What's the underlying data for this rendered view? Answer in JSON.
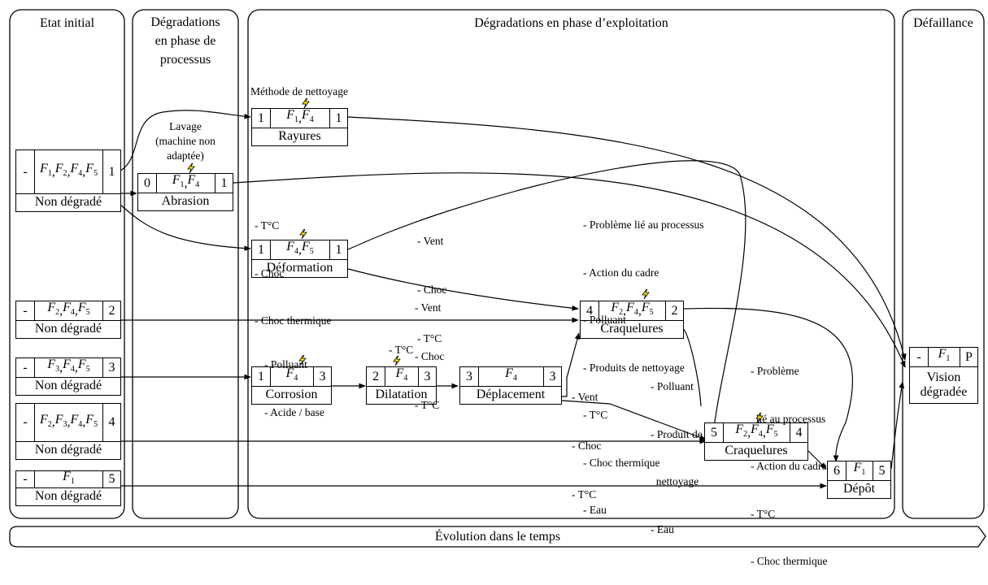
{
  "phases": {
    "initial": "Etat initial",
    "process": "Dégradations\nen phase de\nprocessus",
    "exploitation": "Dégradations en phase d’exploitation",
    "failure": "Défaillance"
  },
  "time_axis": "Évolution dans le temps",
  "initial_states": [
    {
      "left": "-",
      "factors": "F1, F2,\nF4, F5",
      "right": "1",
      "label": "Non dégradé"
    },
    {
      "left": "-",
      "factors": "F2, F4, F5",
      "right": "2",
      "label": "Non dégradé"
    },
    {
      "left": "-",
      "factors": "F3, F4, F5",
      "right": "3",
      "label": "Non dégradé"
    },
    {
      "left": "-",
      "factors": "F2, F3,\nF4, F5",
      "right": "4",
      "label": "Non dégradé"
    },
    {
      "left": "-",
      "factors": "F1",
      "right": "5",
      "label": "Non dégradé"
    }
  ],
  "degradations": {
    "abrasion": {
      "left": "0",
      "factors": "F1, F4",
      "right": "1",
      "label": "Abrasion"
    },
    "rayures": {
      "left": "1",
      "factors": "F1, F4",
      "right": "1",
      "label": "Rayures"
    },
    "deformation": {
      "left": "1",
      "factors": "F4, F5",
      "right": "1",
      "label": "Déformation"
    },
    "craquelures1": {
      "left": "4",
      "factors": "F2, F4, F5",
      "right": "2",
      "label": "Craquelures"
    },
    "corrosion": {
      "left": "1",
      "factors": "F4",
      "right": "3",
      "label": "Corrosion"
    },
    "dilatation": {
      "left": "2",
      "factors": "F4",
      "right": "3",
      "label": "Dilatation"
    },
    "deplacement": {
      "left": "3",
      "factors": "F4",
      "right": "3",
      "label": "Déplacement"
    },
    "craquelures2": {
      "left": "5",
      "factors": "F2, F4, F5",
      "right": "4",
      "label": "Craquelures"
    },
    "depot": {
      "left": "6",
      "factors": "F1",
      "right": "5",
      "label": "Dépôt"
    },
    "vision": {
      "left": "-",
      "factors": "F1",
      "right": "P",
      "label": "Vision\ndégradée"
    }
  },
  "annotations": {
    "methode": "Méthode de nettoyage",
    "lavage": "Lavage\n(machine non\nadaptée)",
    "causes_deformation": [
      "- T°C",
      "- Choc",
      "- Choc thermique"
    ],
    "causes_vent_upper": [
      "- Vent",
      "- Choc",
      "- T°C"
    ],
    "causes_vent_lower": [
      "- Vent",
      "- Choc",
      "- T°C"
    ],
    "causes_craquelures1": [
      "- Problème lié au processus",
      "- Action du cadre",
      "- Polluant",
      "- Produits de nettoyage",
      "- T°C",
      "- Choc thermique",
      "- Eau"
    ],
    "causes_corrosion": [
      "- Polluant",
      "- Acide / base"
    ],
    "causes_dilatation": "- T°C",
    "causes_deplacement": [
      "- Vent",
      "- Choc",
      "- T°C"
    ],
    "causes_produit": [
      "- Polluant",
      "- Produit de",
      "  nettoyage",
      "- Eau"
    ],
    "causes_craquelures2": [
      "- Problème",
      "  lié au processus",
      "- Action du cadre",
      "- T°C",
      "- Choc thermique"
    ]
  },
  "colors": {
    "line": "#000000",
    "bolt_fill": "#ffe600",
    "bolt_stroke": "#000000"
  },
  "icons": {
    "stress_marker": "lightning-bolt-icon"
  }
}
